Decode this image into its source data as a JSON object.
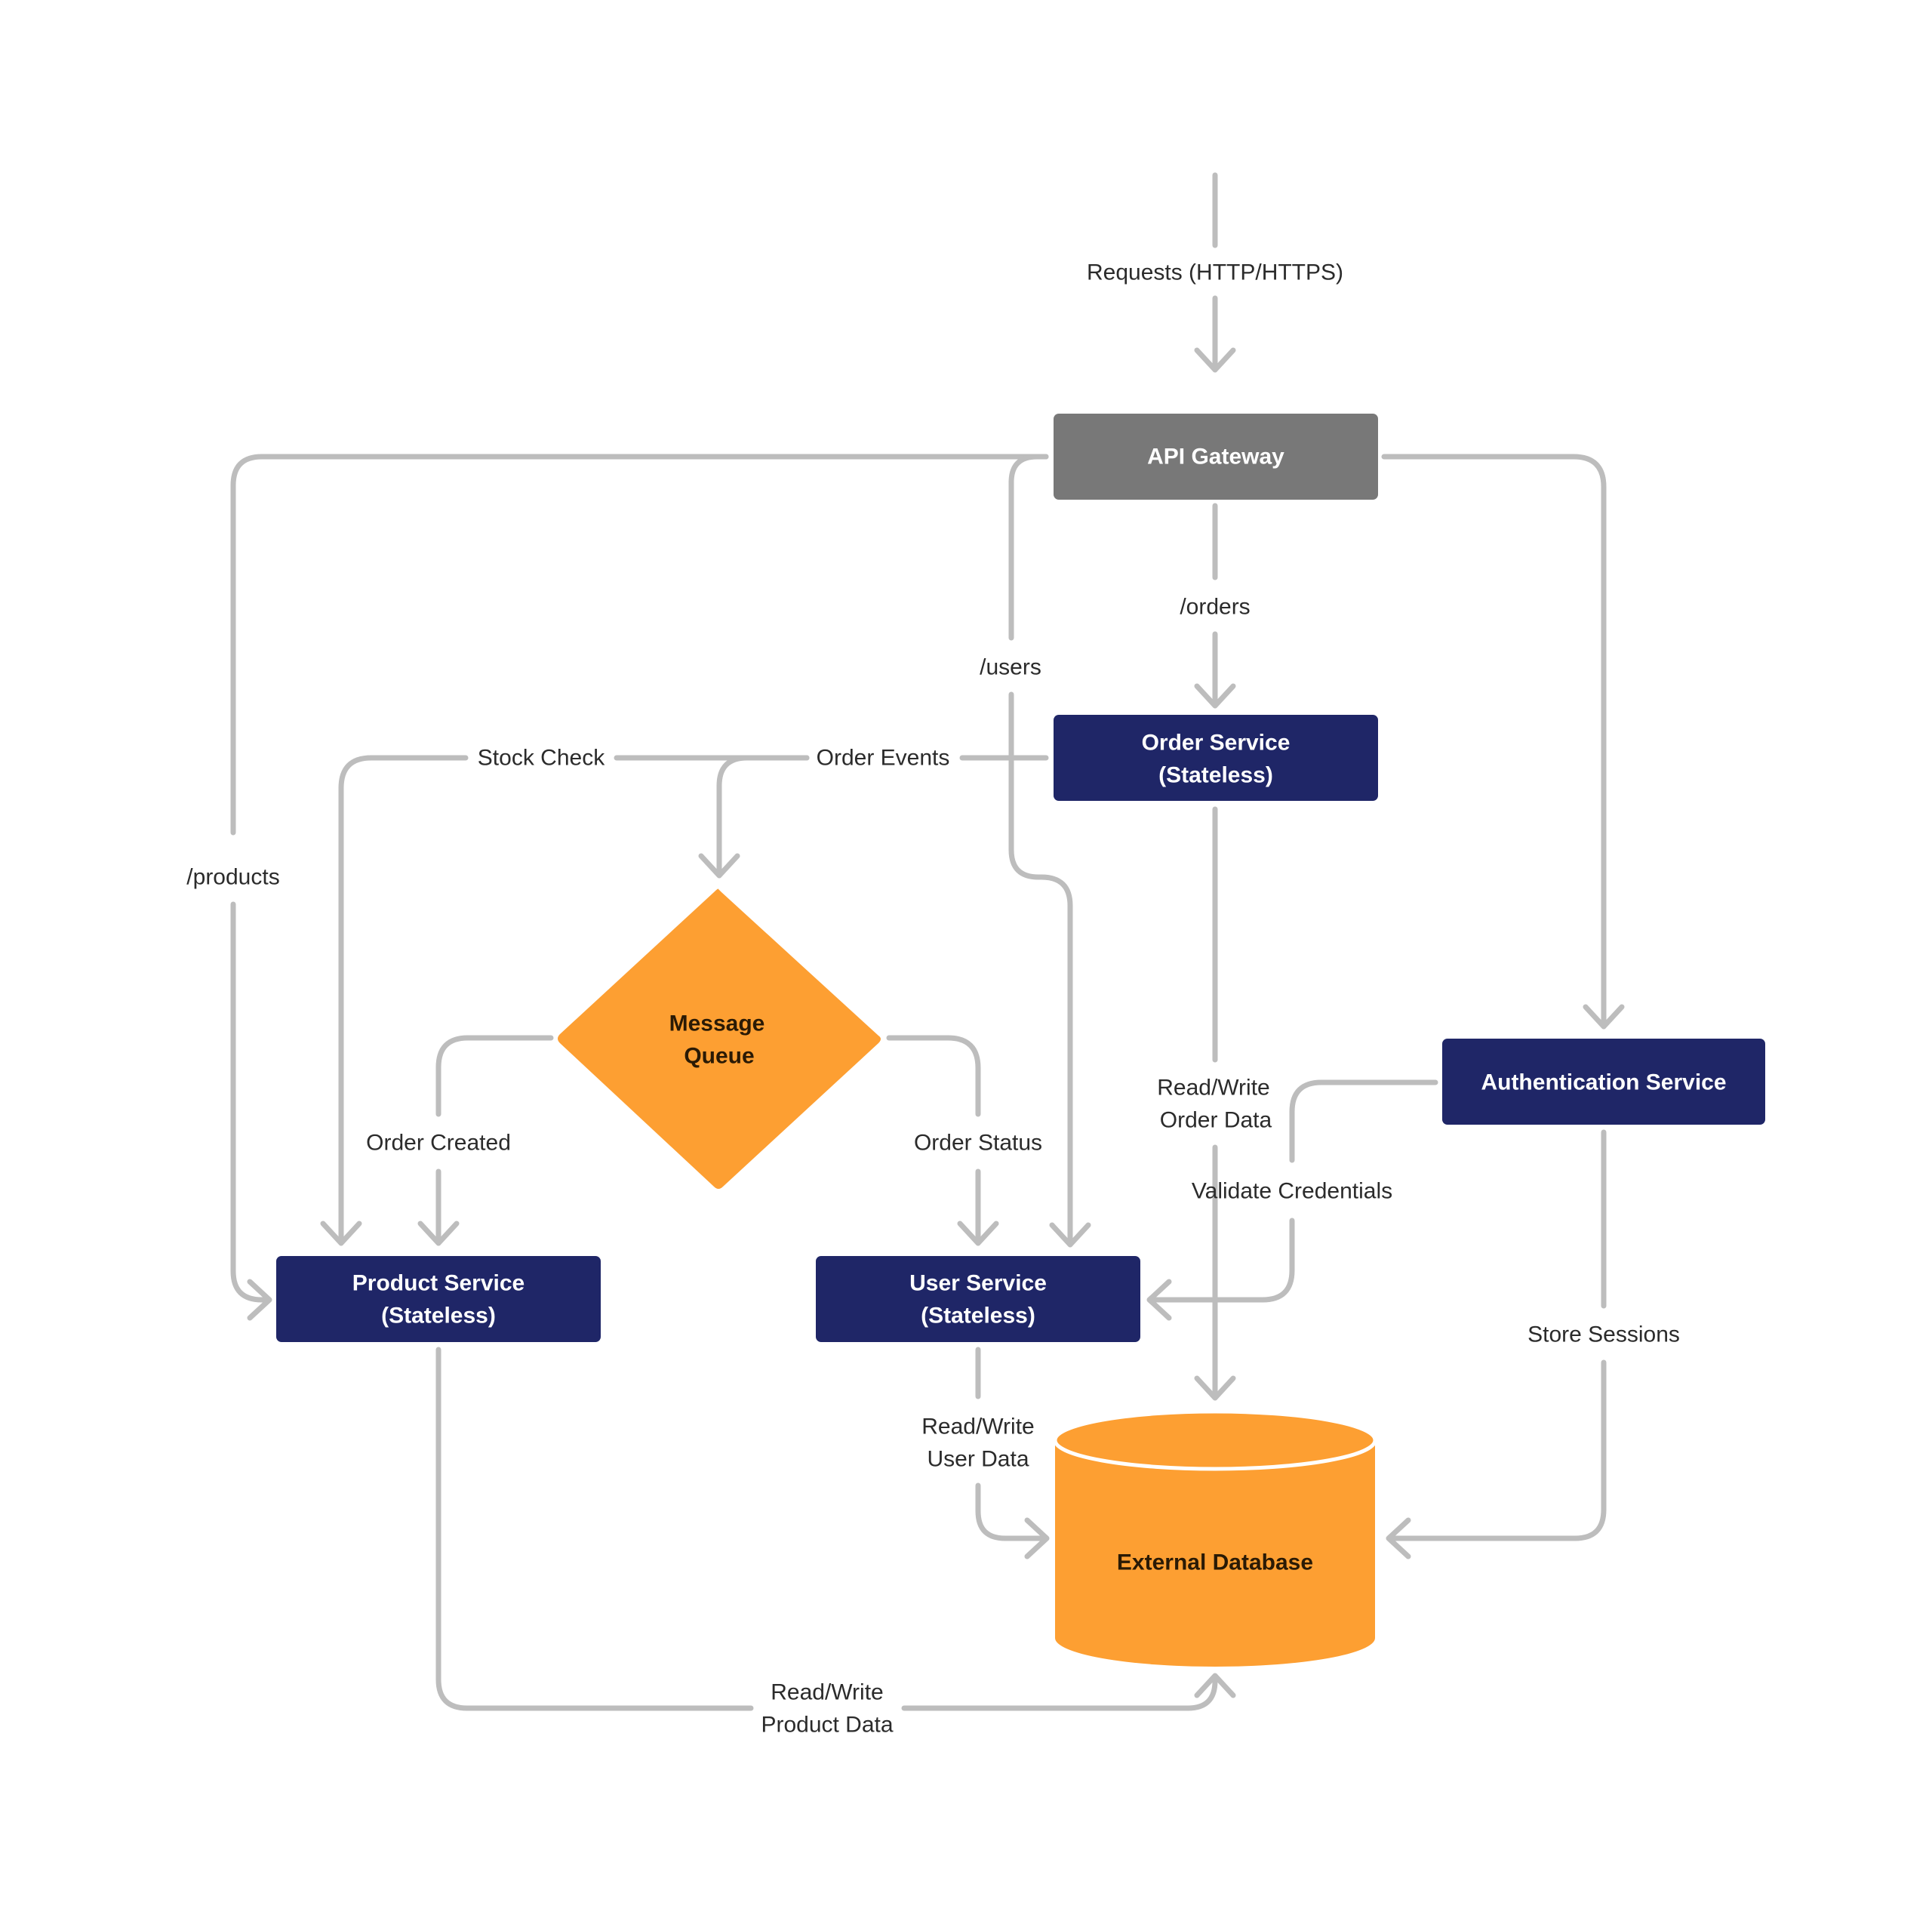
{
  "colors": {
    "gateway": "#787878",
    "service": "#1f2667",
    "accent": "#fd9f32",
    "edge": "#bdbdbd",
    "text": "#2b2b2b"
  },
  "nodes": {
    "api_gateway": "API Gateway",
    "order_service": [
      "Order Service",
      "(Stateless)"
    ],
    "message_queue": [
      "Message",
      "Queue"
    ],
    "authentication_service": "Authentication Service",
    "product_service": [
      "Product Service",
      "(Stateless)"
    ],
    "user_service": [
      "User Service",
      "(Stateless)"
    ],
    "external_database": "External Database"
  },
  "edges": {
    "requests": "Requests (HTTP/HTTPS)",
    "orders": "/orders",
    "users": "/users",
    "products": "/products",
    "stock_check": "Stock Check",
    "order_events": "Order Events",
    "order_created": "Order Created",
    "order_status": "Order Status",
    "read_write_order": [
      "Read/Write",
      "Order Data"
    ],
    "validate_credentials": "Validate Credentials",
    "store_sessions": "Store Sessions",
    "read_write_user": [
      "Read/Write",
      "User Data"
    ],
    "read_write_product": [
      "Read/Write",
      "Product Data"
    ]
  }
}
